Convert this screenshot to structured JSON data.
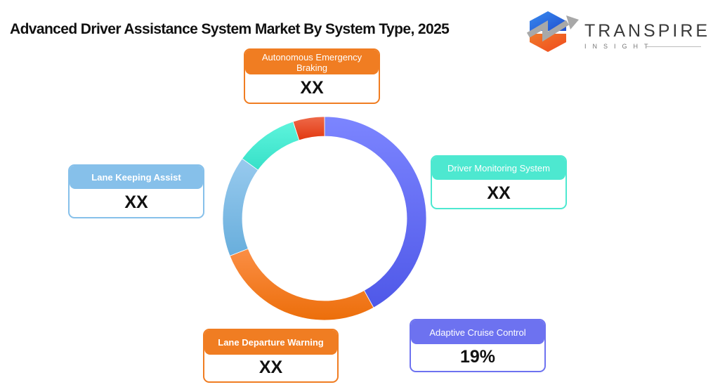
{
  "header": {
    "title": "Advanced Driver Assistance System Market By System Type, 2025"
  },
  "logo": {
    "name": "TRANSPIRE",
    "tagline": "INSIGHT",
    "colors": {
      "blue": "#2f6fe0",
      "orange": "#f0622a",
      "gray": "#9a9a9a"
    }
  },
  "cards": {
    "aeb": {
      "label": "Autonomous Emergency Braking",
      "value": "XX",
      "color": "#f07d22"
    },
    "dms": {
      "label": "Driver Monitoring System",
      "value": "XX",
      "color": "#4de8d0"
    },
    "lka": {
      "label": "Lane Keeping Assist",
      "value": "XX",
      "color": "#86c0ea"
    },
    "ldw": {
      "label": "Lane Departure Warning",
      "value": "XX",
      "color": "#f07d22"
    },
    "acc": {
      "label": "Adaptive Cruise Control",
      "value": "19%",
      "color": "#6d72f0"
    }
  },
  "chart_data": {
    "type": "pie",
    "subtype": "donut",
    "title": "Advanced Driver Assistance System Market By System Type, 2025",
    "categories": [
      "Adaptive Cruise Control",
      "Lane Departure Warning",
      "Lane Keeping Assist",
      "Driver Monitoring System",
      "Autonomous Emergency Braking"
    ],
    "values": [
      42,
      27,
      16,
      10,
      5
    ],
    "labels_shown": [
      "19%",
      "XX",
      "XX",
      "XX",
      "XX"
    ],
    "colors": [
      "#6a70f6",
      "#f4821e",
      "#80bde9",
      "#44e6cf",
      "#e8421f"
    ],
    "start_angle_deg": 0,
    "direction": "clockwise",
    "legend": "callout-cards"
  }
}
